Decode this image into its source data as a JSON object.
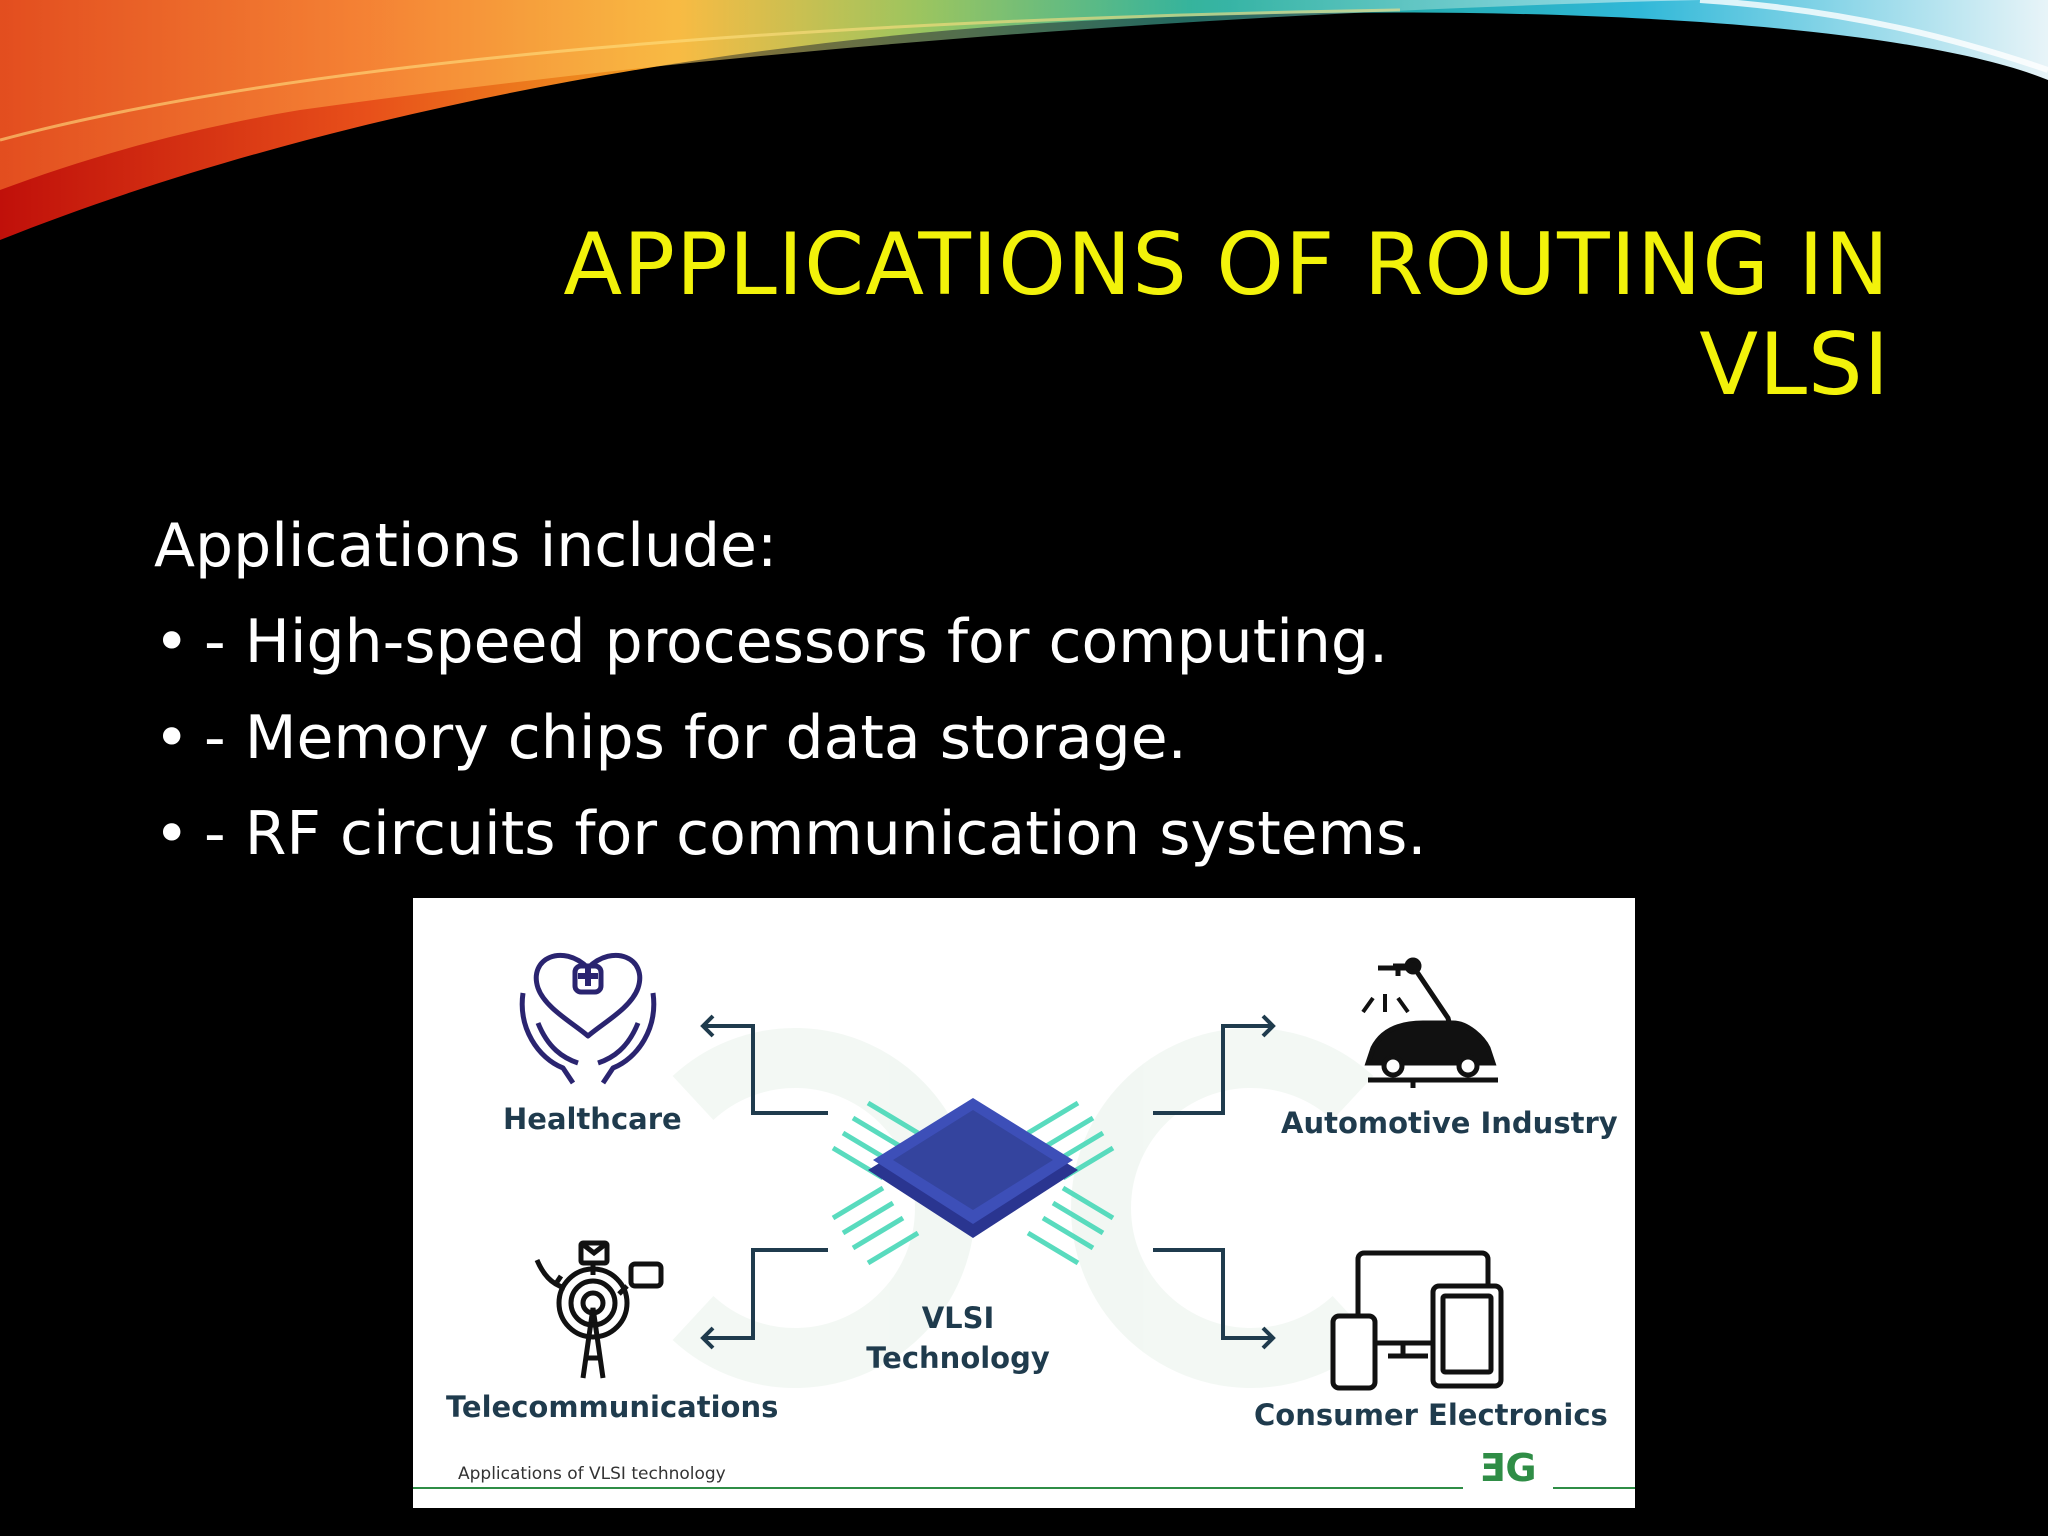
{
  "slide": {
    "title_line1": "APPLICATIONS OF ROUTING IN",
    "title_line2": "VLSI",
    "intro": "Applications include:",
    "bullets": [
      "- High-speed processors for computing.",
      "- Memory chips for data storage.",
      "- RF circuits for communication systems."
    ],
    "bullet_symbol": "•"
  },
  "figure": {
    "labels": {
      "healthcare": "Healthcare",
      "automotive": "Automotive Industry",
      "telecom": "Telecommunications",
      "consumer": "Consumer Electronics",
      "center": "VLSI Technology"
    },
    "caption": "Applications of VLSI technology",
    "brand": "ƎG"
  },
  "colors": {
    "background": "#000000",
    "title": "#f2f20a",
    "body_text": "#ffffff",
    "figure_label": "#1f3b4d",
    "brand_green": "#2f8d46"
  },
  "icons": [
    "heart-hands-icon",
    "robot-arm-car-icon",
    "telecom-tower-icon",
    "devices-icon",
    "chip-icon"
  ]
}
